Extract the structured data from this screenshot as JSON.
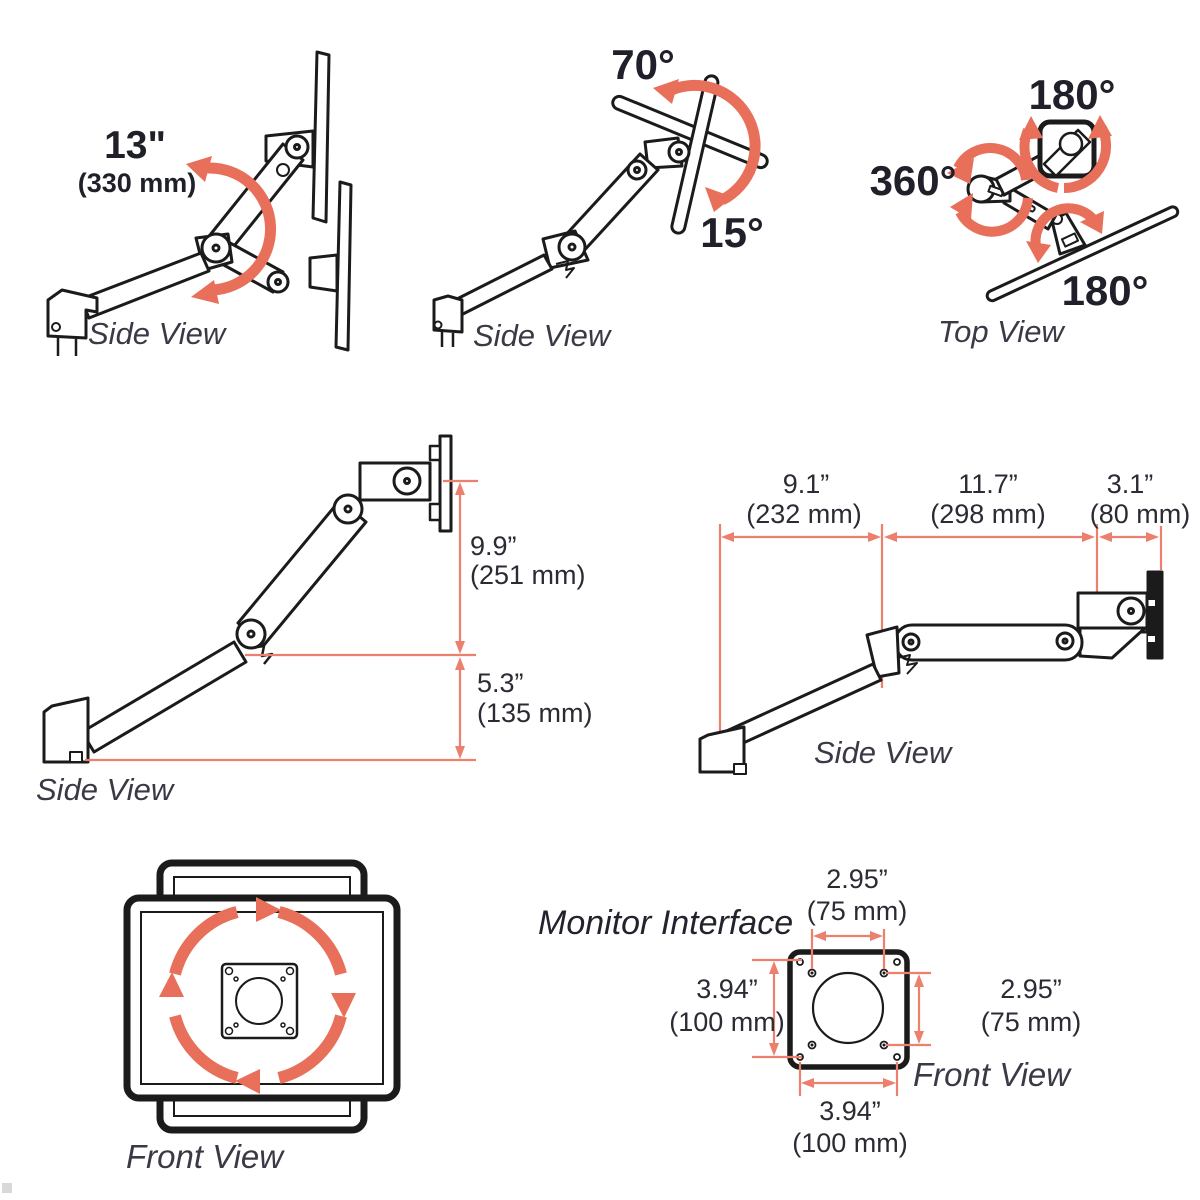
{
  "panels": {
    "lift": {
      "value": "13\"",
      "metric": "(330 mm)",
      "label": "Side View"
    },
    "tilt": {
      "up": "70°",
      "down": "15°",
      "label": "Side View"
    },
    "rotation": {
      "mount": "180°",
      "shoulder": "360°",
      "monitor": "180°",
      "label": "Top View"
    },
    "height": {
      "upper_value": "9.9”",
      "upper_metric": "(251 mm)",
      "lower_value": "5.3”",
      "lower_metric": "(135 mm)",
      "label": "Side View"
    },
    "reach": {
      "d1_value": "9.1”",
      "d1_metric": "(232 mm)",
      "d2_value": "11.7”",
      "d2_metric": "(298 mm)",
      "d3_value": "3.1”",
      "d3_metric": "(80 mm)",
      "label": "Side View"
    },
    "screen_rotation": {
      "label": "Front View"
    },
    "monitor_interface": {
      "title": "Monitor Interface",
      "top_value": "2.95”",
      "top_metric": "(75 mm)",
      "left_value": "3.94”",
      "left_metric": "(100 mm)",
      "right_value": "2.95”",
      "right_metric": "(75 mm)",
      "bottom_value": "3.94”",
      "bottom_metric": "(100 mm)",
      "label": "Front View"
    }
  },
  "colors": {
    "accent_arrow": "#e86f5a",
    "dimension_line": "#ec7f6e",
    "line_art": "#1b1b1b",
    "text_dark": "#20202a",
    "text_view_label": "#3a3a46"
  }
}
